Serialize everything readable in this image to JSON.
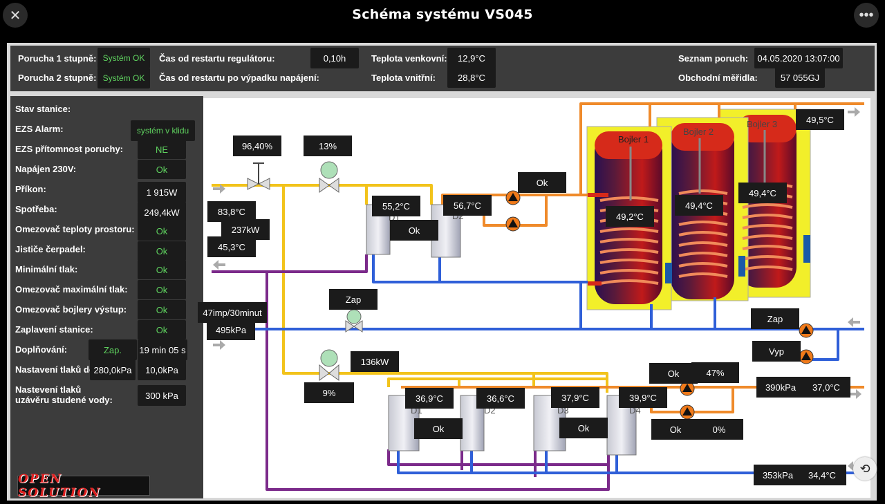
{
  "window": {
    "title": "Schéma systému VS045"
  },
  "header": {
    "porucha1_label": "Porucha 1 stupně:",
    "porucha1_value": "Systém OK",
    "porucha2_label": "Porucha 2 stupně:",
    "porucha2_value": "Systém OK",
    "cas_restart_label": "Čas od restartu regulátoru:",
    "cas_restart_value": "0,10h",
    "cas_napajeni_label": "Čas od restartu po výpadku napájení:",
    "teplota_venk_label": "Teplota venkovní:",
    "teplota_venk_value": "12,9°C",
    "teplota_vnitr_label": "Teplota vnitřní:",
    "teplota_vnitr_value": "28,8°C",
    "seznam_label": "Seznam poruch:",
    "seznam_value": "04.05.2020 13:07:00",
    "meridla_label": "Obchodní měřidla:",
    "meridla_value": "57 055GJ"
  },
  "left": {
    "stav_label": "Stav stanice:",
    "ezs_alarm_label": "EZS Alarm:",
    "ezs_alarm_value": "systém v klidu",
    "ezs_prit_label": "EZS přítomnost poruchy:",
    "ezs_prit_value": "NE",
    "napajen_label": "Napájen 230V:",
    "napajen_value": "Ok",
    "prikon_label": "Příkon:",
    "prikon_value": "1 915W",
    "spotreba_label": "Spotřeba:",
    "spotreba_value": "249,4kW",
    "omezovac_tep_label": "Omezovač teploty prostoru:",
    "omezovac_tep_value": "Ok",
    "jistice_label": "Jističe čerpadel:",
    "jistice_value": "Ok",
    "min_tlak_label": "Minimální tlak:",
    "min_tlak_value": "Ok",
    "max_tlak_label": "Omezovač maximální tlak:",
    "max_tlak_value": "Ok",
    "bojlery_label": "Omezovač bojlery výstup:",
    "bojlery_value": "Ok",
    "zaplaveni_label": "Zaplavení stanice:",
    "zaplaveni_value": "Ok",
    "doplnovani_label": "Doplňování:",
    "doplnovani_state": "Zap.",
    "doplnovani_time": "19 min 05 s",
    "nastaveni_label": "Nastavení tlaků do",
    "nastaveni_v1": "280,0kPa",
    "nastaveni_v2": "10,0kPa",
    "nasteveni2_label_1": "Nastevení tlaků",
    "nasteveni2_label_2": "uzávěru studené  vody:",
    "nasteveni2_value": "300 kPa",
    "logo_text": "OPEN SOLUTION"
  },
  "diagram": {
    "valve1": "96,40%",
    "valve2": "13%",
    "t_in1": "83,8°C",
    "power1": "237kW",
    "t_in2": "45,3°C",
    "hx1_temp": "55,2°C",
    "hx2_temp": "56,7°C",
    "hx_ok": "Ok",
    "hx1_label": "D1",
    "hx2_label": "D2",
    "pump_ok": "Ok",
    "boiler1": "Bojler 1",
    "boiler2": "Bojler 2",
    "boiler3": "Bojler 3",
    "b1_temp": "49,2°C",
    "b2_temp": "49,4°C",
    "b3_temp": "49,4°C",
    "b_out": "49,5°C",
    "valve3_state": "Zap",
    "impulse": "47imp/30minut",
    "pressure1": "495kPa",
    "pump_zap": "Zap",
    "pump_vyp": "Vyp",
    "power2": "136kW",
    "valve4": "9%",
    "d_temps": [
      "36,9°C",
      "36,6°C",
      "37,9°C",
      "39,9°C"
    ],
    "d_labels": [
      "D1",
      "D2",
      "D3",
      "D4"
    ],
    "d_ok1": "Ok",
    "d_ok2": "Ok",
    "pump2_ok": "Ok",
    "pump2_pct": "47%",
    "pump3_ok": "Ok",
    "pump3_pct": "0%",
    "out_pressure": "390kPa",
    "out_temp": "37,0°C",
    "ret_pressure": "353kPa",
    "ret_temp": "34,4°C"
  },
  "colors": {
    "ok_green": "#5fd35f",
    "red": "#ff4040",
    "pipe_yellow": "#f2c31b",
    "pipe_purple": "#7b2a8a",
    "pipe_blue": "#2f5fd8",
    "pipe_orange": "#ef8a2a",
    "boiler_red": "#d62a1a",
    "boiler_yellow": "#f2ef2a"
  }
}
